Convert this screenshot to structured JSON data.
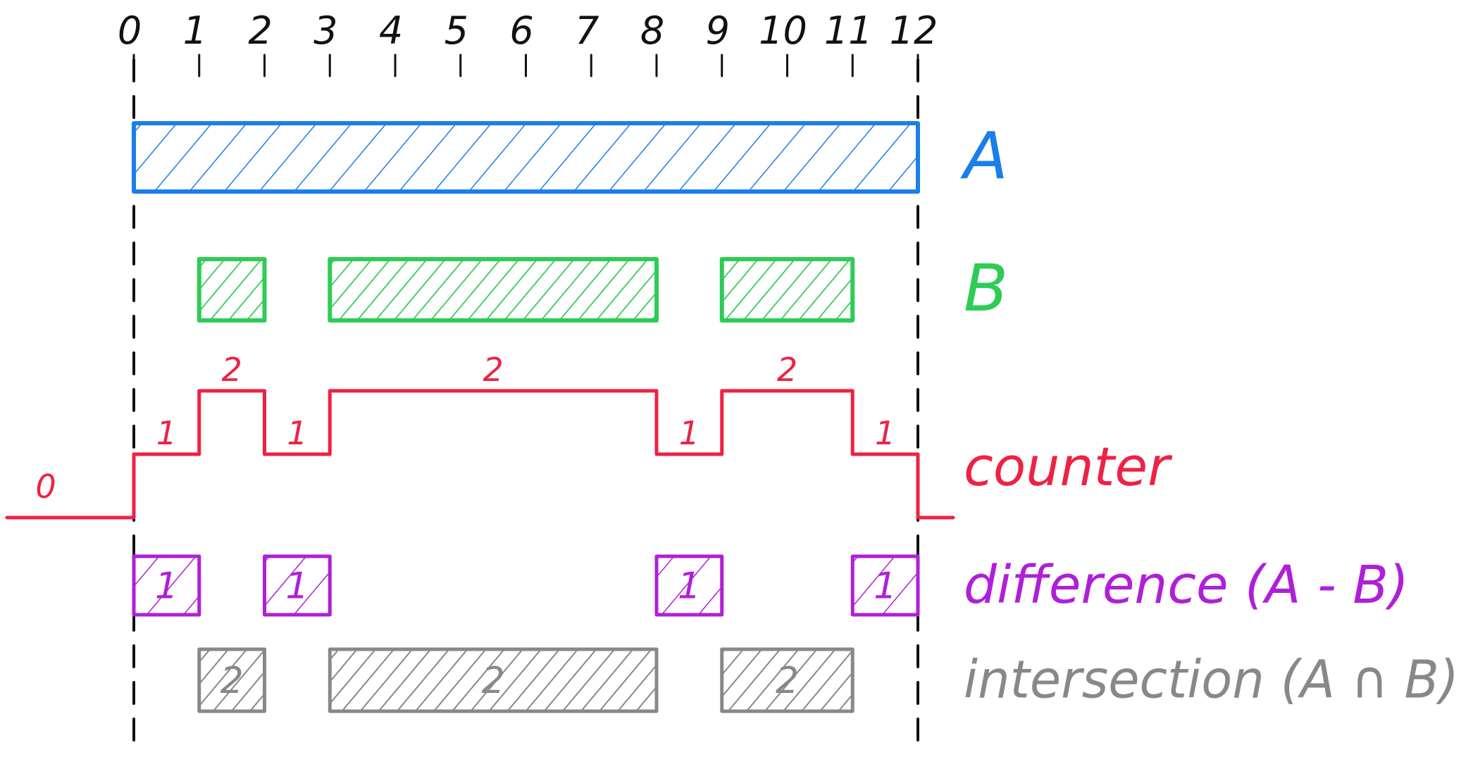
{
  "axis": {
    "ticks": [
      "0",
      "1",
      "2",
      "3",
      "4",
      "5",
      "6",
      "7",
      "8",
      "9",
      "10",
      "11",
      "12"
    ]
  },
  "colors": {
    "a": "#1a7fe8",
    "b": "#2ecc55",
    "counter": "#ee2244",
    "difference": "#b01fd8",
    "intersection": "#888888",
    "ink": "#111111"
  },
  "rows": {
    "a": {
      "label": "A",
      "intervals": [
        [
          0,
          12
        ]
      ]
    },
    "b": {
      "label": "B",
      "intervals": [
        [
          1,
          2
        ],
        [
          3,
          8
        ],
        [
          9,
          11
        ]
      ]
    },
    "counter": {
      "label": "counter",
      "zero_label": "0",
      "levels": [
        {
          "start": 0,
          "end": 1,
          "value": "1"
        },
        {
          "start": 1,
          "end": 2,
          "value": "2"
        },
        {
          "start": 2,
          "end": 3,
          "value": "1"
        },
        {
          "start": 3,
          "end": 8,
          "value": "2"
        },
        {
          "start": 8,
          "end": 9,
          "value": "1"
        },
        {
          "start": 9,
          "end": 11,
          "value": "2"
        },
        {
          "start": 11,
          "end": 12,
          "value": "1"
        }
      ]
    },
    "difference": {
      "label": "difference (A - B)",
      "intervals": [
        {
          "start": 0,
          "end": 1,
          "value": "1"
        },
        {
          "start": 2,
          "end": 3,
          "value": "1"
        },
        {
          "start": 8,
          "end": 9,
          "value": "1"
        },
        {
          "start": 11,
          "end": 12,
          "value": "1"
        }
      ]
    },
    "intersection": {
      "label": "intersection (A ∩ B)",
      "intervals": [
        {
          "start": 1,
          "end": 2,
          "value": "2"
        },
        {
          "start": 3,
          "end": 8,
          "value": "2"
        },
        {
          "start": 9,
          "end": 11,
          "value": "2"
        }
      ]
    }
  }
}
